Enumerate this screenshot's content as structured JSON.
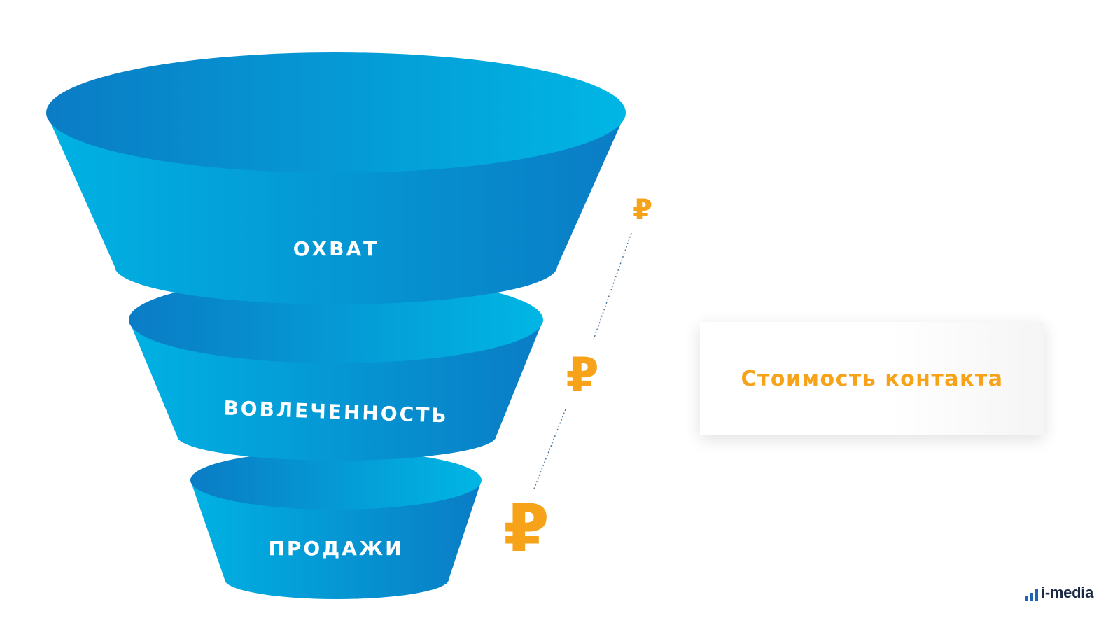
{
  "funnel": {
    "stages": [
      {
        "label": "ОХВАТ"
      },
      {
        "label": "ВОВЛЕЧЕННОСТЬ"
      },
      {
        "label": "ПРОДАЖИ"
      }
    ],
    "currency_symbol": "₽"
  },
  "cost_card": {
    "label": "Стоимость контакта"
  },
  "brand": {
    "logo_text": "i-media"
  },
  "colors": {
    "funnel_dark": "#0a7cc5",
    "funnel_light": "#00b1e2",
    "accent_orange": "#f7a319",
    "logo_blue": "#1f63b5"
  }
}
